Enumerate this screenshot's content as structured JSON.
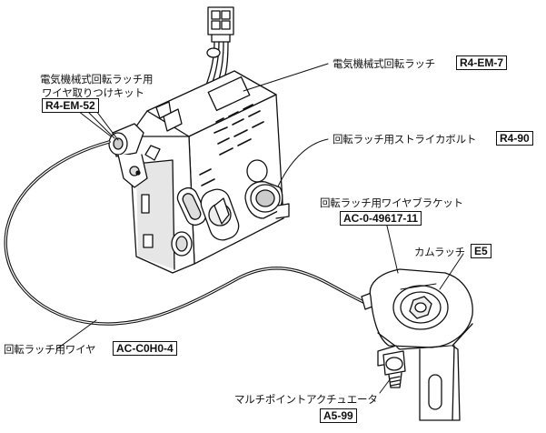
{
  "labels": {
    "kit_line1": "電気機械式回転ラッチ用",
    "kit_line2": "ワイヤ取りつけキット",
    "kit_code": "R4-EM-52",
    "latch_name": "電気機械式回転ラッチ",
    "latch_code": "R4-EM-7",
    "striker_name": "回転ラッチ用ストライカボルト",
    "striker_code": "R4-90",
    "bracket_name": "回転ラッチ用ワイヤブラケット",
    "bracket_code": "AC-0-49617-11",
    "cam_name": "カムラッチ",
    "cam_code": "E5",
    "wire_name": "回転ラッチ用ワイヤ",
    "wire_code": "AC-C0H0-4",
    "actuator_name": "マルチポイントアクチュエータ",
    "actuator_code": "A5-99"
  },
  "colors": {
    "line": "#111111",
    "fill": "#ffffff",
    "shade": "#d8d8d8"
  }
}
